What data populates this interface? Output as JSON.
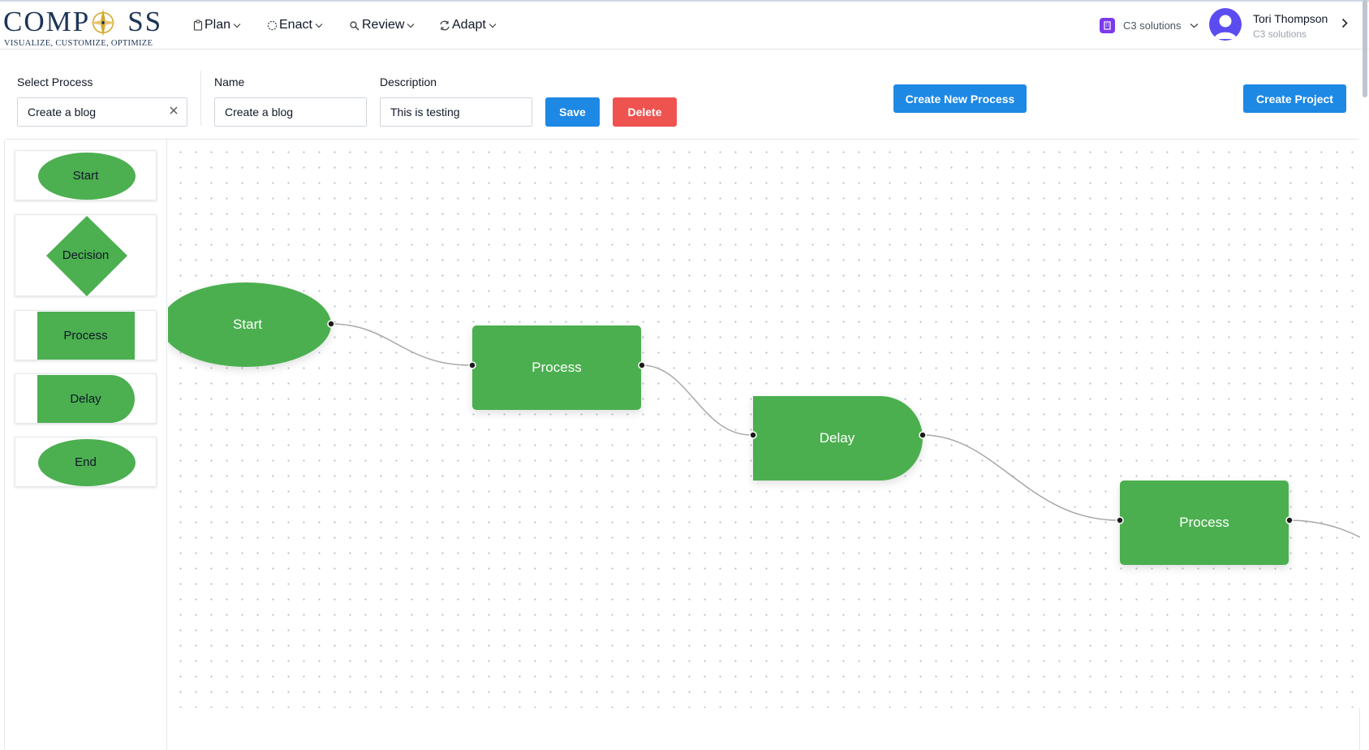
{
  "brand": {
    "name_left": "COMP",
    "name_right": "SS",
    "tagline": "VISUALIZE, CUSTOMIZE, OPTIMIZE",
    "navy": "#1d3557",
    "gold": "#d4a82a"
  },
  "nav": {
    "items": [
      {
        "label": "Plan",
        "icon": "clipboard-icon"
      },
      {
        "label": "Enact",
        "icon": "dashed-circle-icon"
      },
      {
        "label": "Review",
        "icon": "search-doc-icon"
      },
      {
        "label": "Adapt",
        "icon": "refresh-icon"
      }
    ]
  },
  "header": {
    "org_name": "C3 solutions",
    "user_name": "Tori Thompson",
    "user_org": "C3 solutions"
  },
  "form": {
    "select_label": "Select Process",
    "select_value": "Create a blog",
    "name_label": "Name",
    "name_value": "Create a blog",
    "description_label": "Description",
    "description_value": "This is testing",
    "save_label": "Save",
    "delete_label": "Delete",
    "create_process_label": "Create New Process",
    "create_project_label": "Create Project"
  },
  "palette": {
    "items": [
      {
        "label": "Start",
        "shape": "ellipse"
      },
      {
        "label": "Decision",
        "shape": "diamond"
      },
      {
        "label": "Process",
        "shape": "rectangle"
      },
      {
        "label": "Delay",
        "shape": "delay"
      },
      {
        "label": "End",
        "shape": "ellipse"
      }
    ]
  },
  "flow": {
    "nodes": [
      {
        "label": "Start",
        "shape": "ellipse"
      },
      {
        "label": "Process",
        "shape": "rectangle"
      },
      {
        "label": "Delay",
        "shape": "delay"
      },
      {
        "label": "Process",
        "shape": "rectangle"
      }
    ]
  },
  "colors": {
    "node_green": "#4caf50",
    "primary_blue": "#1e88e5",
    "danger_red": "#ef5350",
    "edge_gray": "#a8a8a8"
  }
}
